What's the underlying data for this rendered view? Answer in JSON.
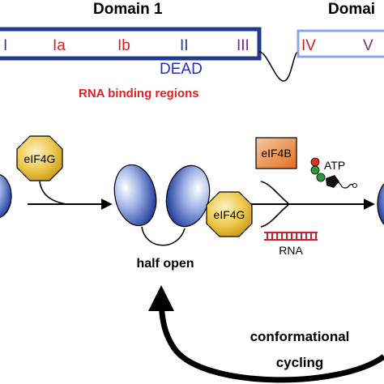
{
  "domain1": {
    "title": "Domain 1",
    "motifs": [
      {
        "label": "I",
        "color": "#2b3a9e"
      },
      {
        "label": "Ia",
        "color": "#d0202a"
      },
      {
        "label": "Ib",
        "color": "#d0202a"
      },
      {
        "label": "II",
        "color": "#2b3a9e"
      },
      {
        "label": "III",
        "color": "#7a2a8c"
      }
    ],
    "box_color": "#1f3a8f",
    "dead_label": "DEAD"
  },
  "domain2": {
    "title": "Domai",
    "motifs": [
      {
        "label": "IV",
        "color": "#d0202a"
      },
      {
        "label": "V",
        "color": "#7a2a8c"
      }
    ],
    "box_color": "#8aa6e8"
  },
  "rna_binding_label": "RNA binding regions",
  "states": {
    "half_open_label": "half open"
  },
  "factors": {
    "eif4g_label": "eIF4G",
    "eif4g_bound_label": "eIF4G",
    "eif4b_label": "eIF4B",
    "atp_label": "ATP",
    "rna_label": "RNA"
  },
  "cycle": {
    "line1": "conformational",
    "line2": "cycling"
  },
  "colors": {
    "text_red": "#e0211f",
    "text_blue": "#2030b0",
    "helicase_blue": "#2e4aa8",
    "eif4g_yellow": "#e8c03a",
    "eif4b_orange": "#e8782a",
    "rna_red": "#c8232a"
  }
}
